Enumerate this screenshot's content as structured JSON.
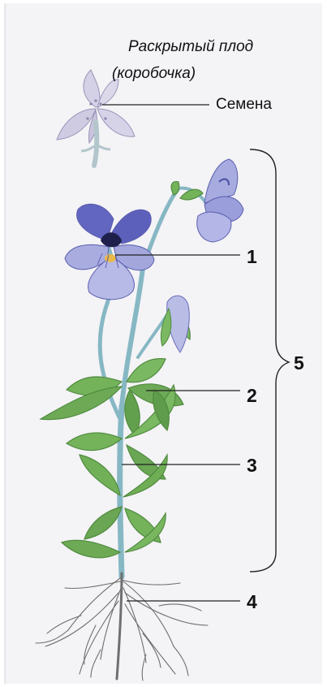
{
  "diagram": {
    "caption_line1": "Раскрытый плод",
    "caption_line2": "(коробочка)",
    "seeds_label": "Семена",
    "callouts": [
      "1",
      "2",
      "3",
      "4",
      "5"
    ]
  },
  "colors": {
    "background": "#ffffff",
    "paper": "#f4f3f6",
    "petal_light": "#a9acdf",
    "petal_dark": "#4a4ea6",
    "flower_center": "#1e1f4a",
    "leaf": "#74b35a",
    "leaf_dark": "#4f8b3f",
    "stem": "#86b8c4",
    "root": "#6f6f6f",
    "capsule": "#d4d0e6",
    "text": "#111111"
  }
}
